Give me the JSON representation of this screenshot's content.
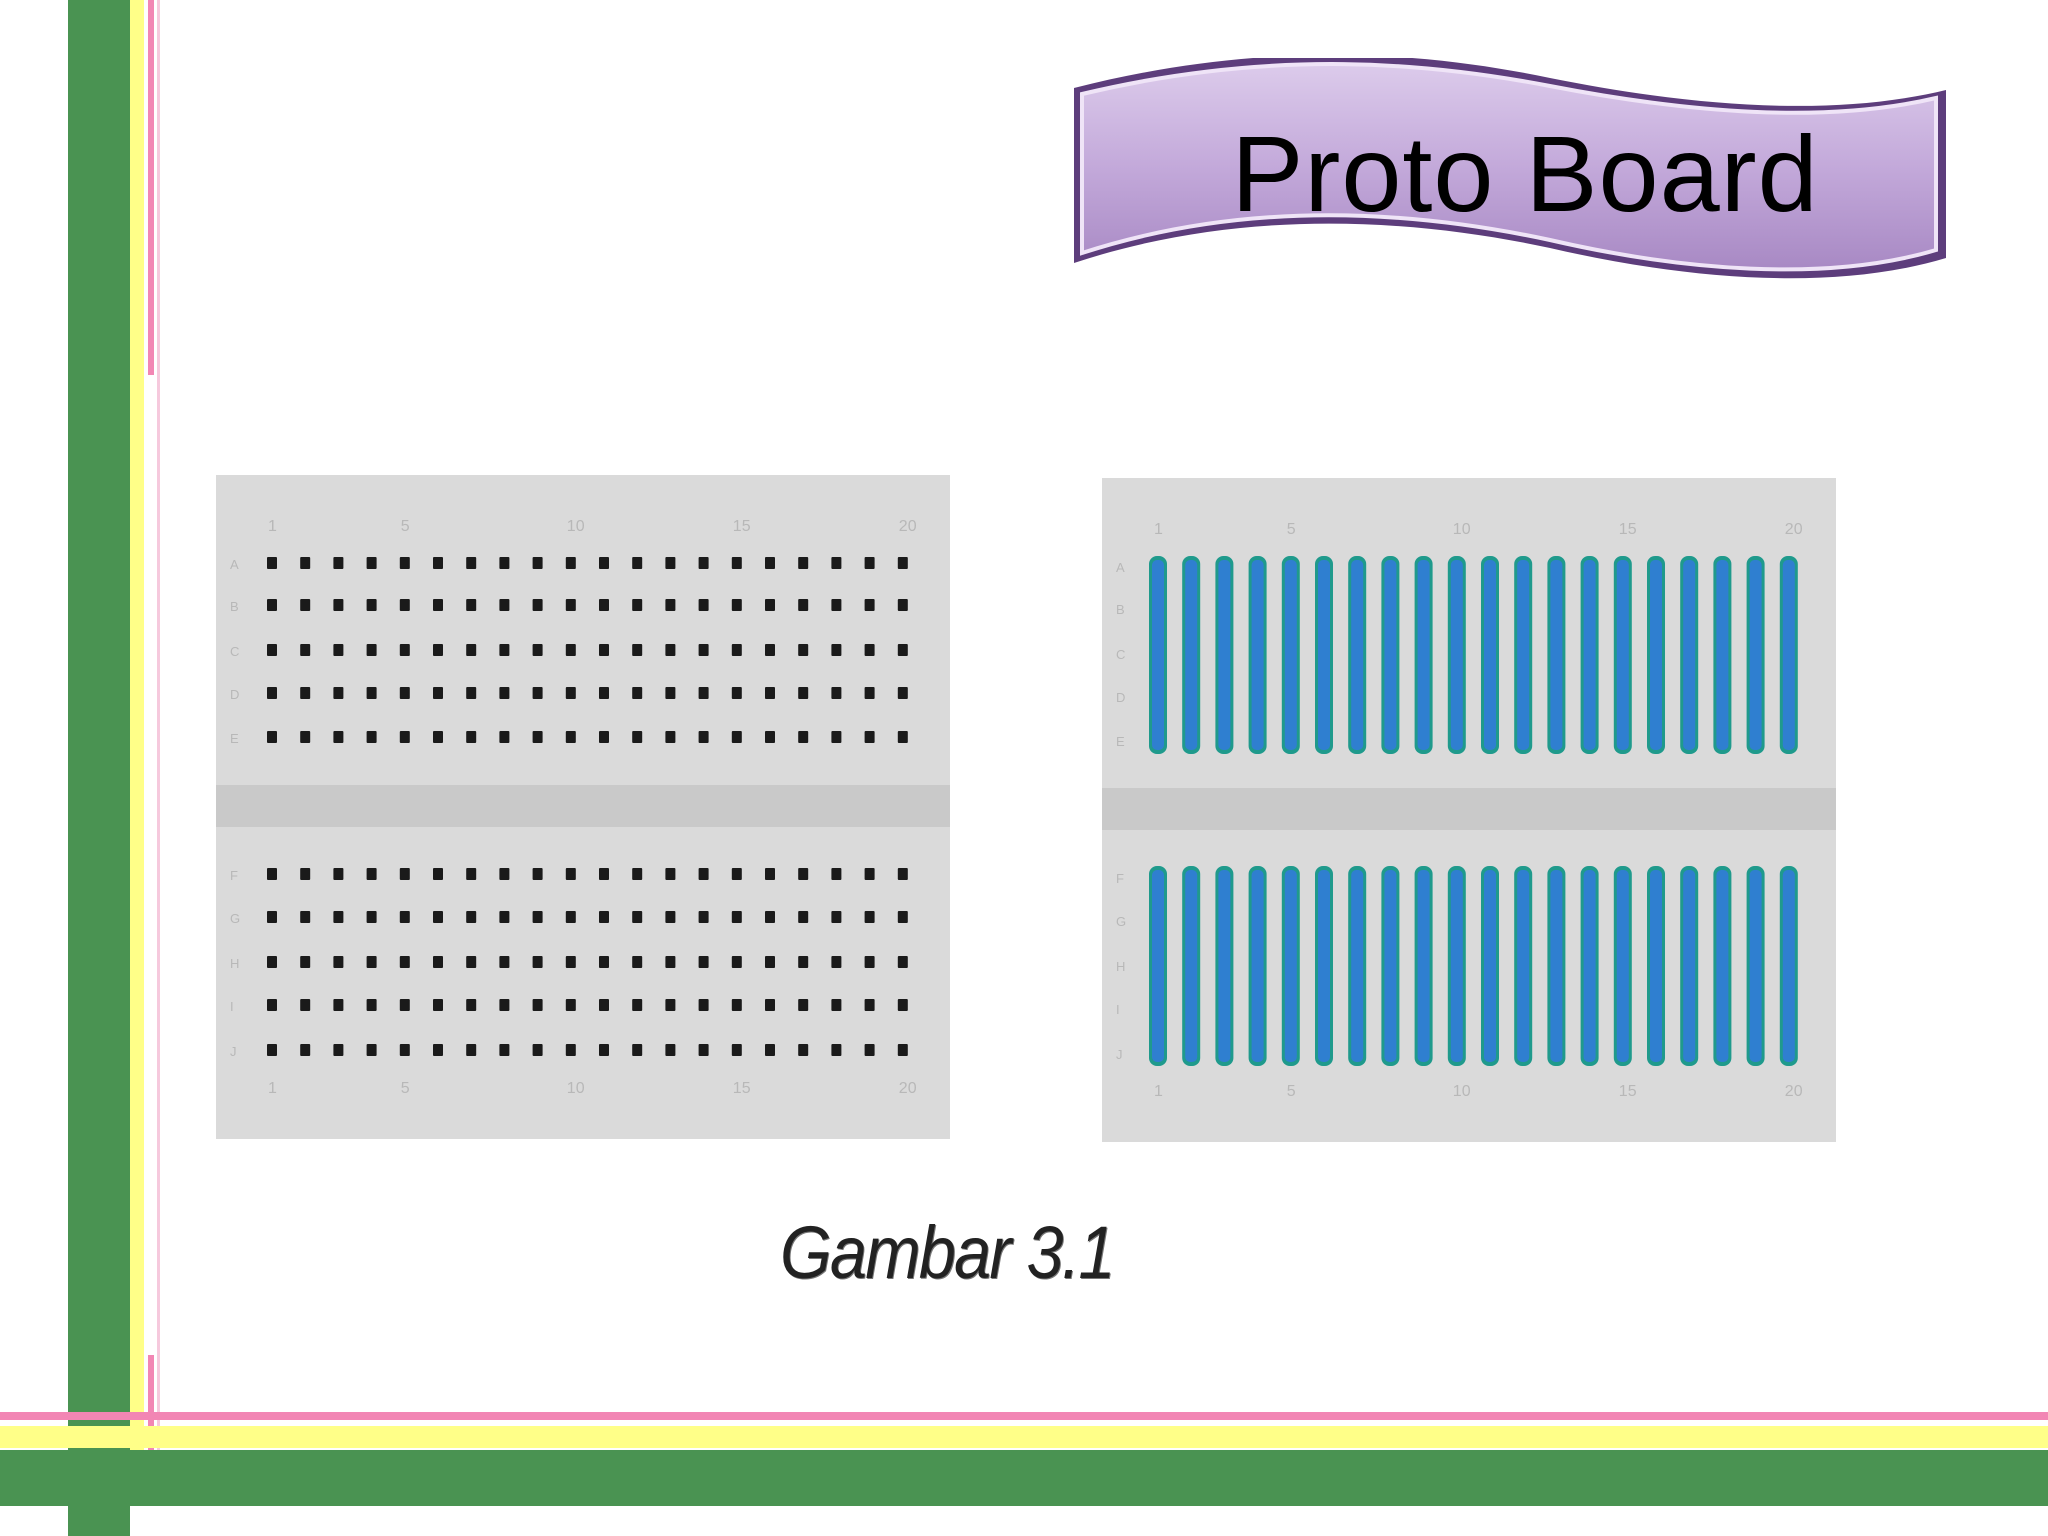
{
  "slide": {
    "title": "Proto Board",
    "caption": "Gambar 3.1"
  },
  "breadboards": {
    "column_labels": [
      "1",
      "5",
      "10",
      "15",
      "20"
    ],
    "top_row_labels": [
      "A",
      "B",
      "C",
      "D",
      "E"
    ],
    "bottom_row_labels": [
      "F",
      "G",
      "H",
      "I",
      "J"
    ],
    "columns": 20
  },
  "colors": {
    "frame_green": "#4a9352",
    "frame_yellow": "#ffff88",
    "frame_pink": "#f286b4",
    "banner_fill": "#c6aedc",
    "board_body": "#dadada",
    "board_channel": "#c9c9c9",
    "hole": "#1a1a1a",
    "strip_blue": "#2f7fd0",
    "strip_teal": "#1f9a8c"
  }
}
